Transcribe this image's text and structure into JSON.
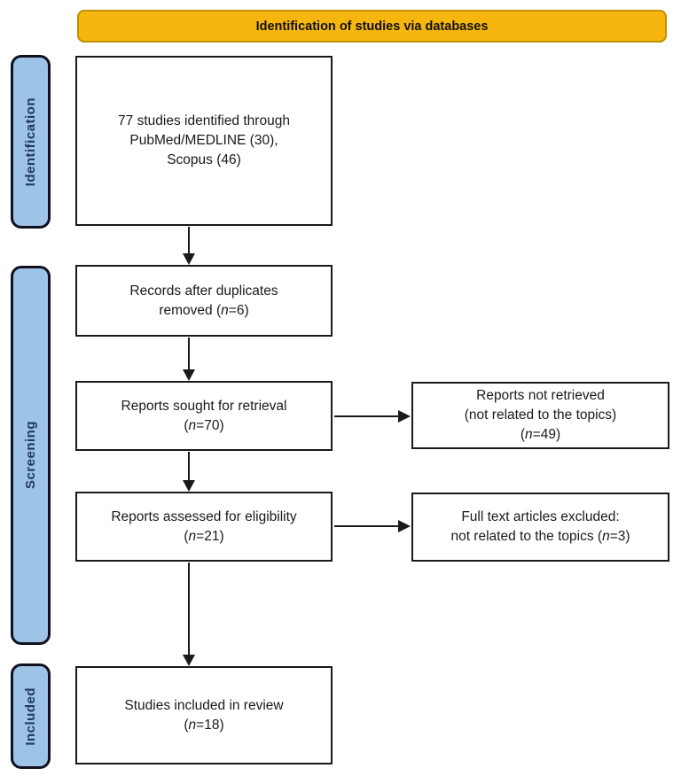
{
  "banner": {
    "label": "Identification of studies via databases"
  },
  "stages": [
    {
      "label": "Identification"
    },
    {
      "label": "Screening"
    },
    {
      "label": "Included"
    }
  ],
  "flow_boxes": {
    "identified": {
      "lines": [
        "77 studies identified through",
        "PubMed/MEDLINE (30),",
        "Scopus (46)"
      ]
    },
    "duplicates_removed": {
      "lines": [
        "Records after duplicates",
        "removed (n=6)"
      ]
    },
    "sought_retrieval": {
      "lines": [
        "Reports sought for retrieval",
        "(n=70)"
      ]
    },
    "assessed_eligibility": {
      "lines": [
        "Reports assessed for eligibility",
        "(n=21)"
      ]
    },
    "included_review": {
      "lines": [
        "Studies included in review",
        "(n=18)"
      ]
    }
  },
  "exclusion_boxes": {
    "not_retrieved": {
      "lines": [
        "Reports not retrieved",
        "(not related to the topics)",
        "(n=49)"
      ]
    },
    "full_text_excluded": {
      "lines": [
        "Full text articles excluded:",
        "not related to the topics (n=3)"
      ]
    }
  },
  "colors": {
    "banner-bg": "#F6B60D",
    "banner-border": "#BF9000",
    "stage-bg": "#9DC3E6",
    "stage-border": "#10101E",
    "stage-text": "#1F3864",
    "box-border": "#1A1A1A",
    "text": "#1A1A1A",
    "arrow": "#1A1A1A"
  }
}
